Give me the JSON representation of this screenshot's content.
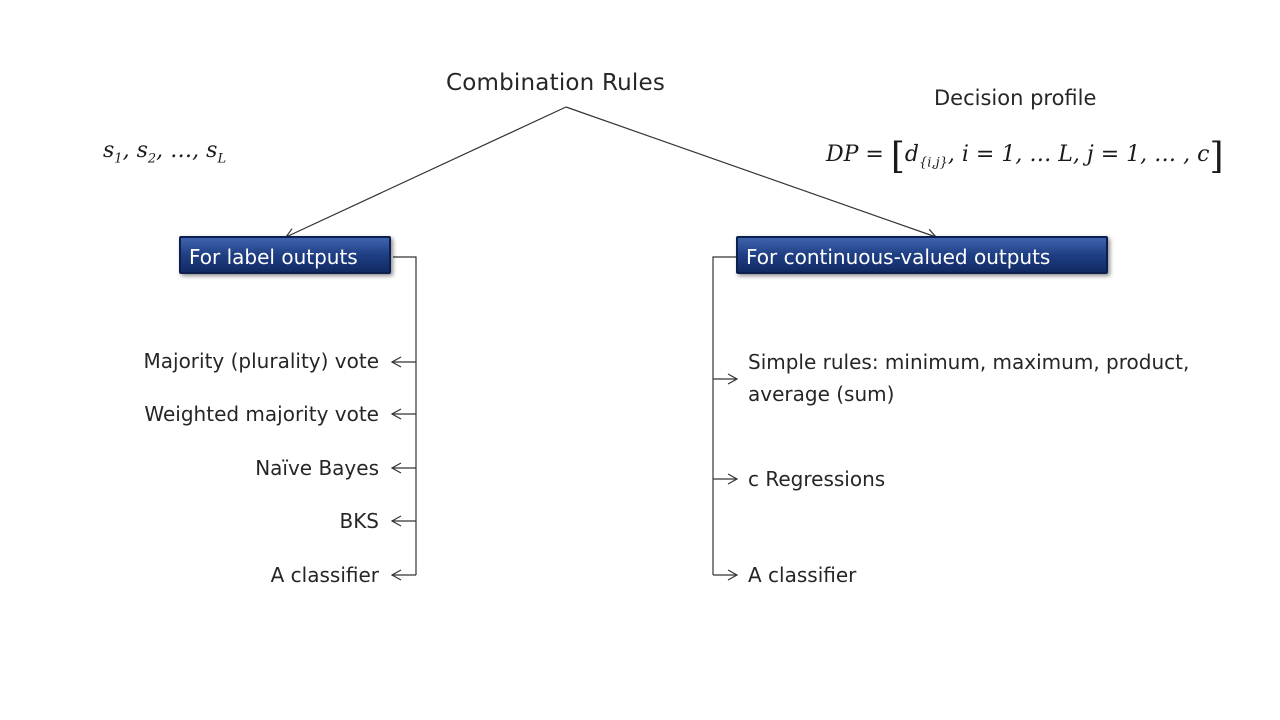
{
  "title": "Combination Rules",
  "classifier_outputs": {
    "s1": "s",
    "s1_sub": "1",
    "s2": "s",
    "s2_sub": "2",
    "ellipsis": "…",
    "sL": "s",
    "sL_sub": "L"
  },
  "decision_profile": {
    "label": "Decision profile",
    "formula": {
      "lhs": "DP =",
      "open": "[",
      "d": "d",
      "d_sub": "{i,j}",
      "rest": ", i = 1, … L, j = 1, … , c",
      "close": "]"
    }
  },
  "left_branch": {
    "title": "For label outputs",
    "items": [
      "Majority (plurality) vote",
      "Weighted majority vote",
      "Naïve Bayes",
      "BKS",
      "A classifier"
    ]
  },
  "right_branch": {
    "title": "For continuous-valued outputs",
    "items": [
      {
        "line1": "Simple rules: minimum, maximum, product,",
        "line2": "average (sum)"
      },
      {
        "line1": "c Regressions"
      },
      {
        "line1": "A classifier"
      }
    ]
  }
}
